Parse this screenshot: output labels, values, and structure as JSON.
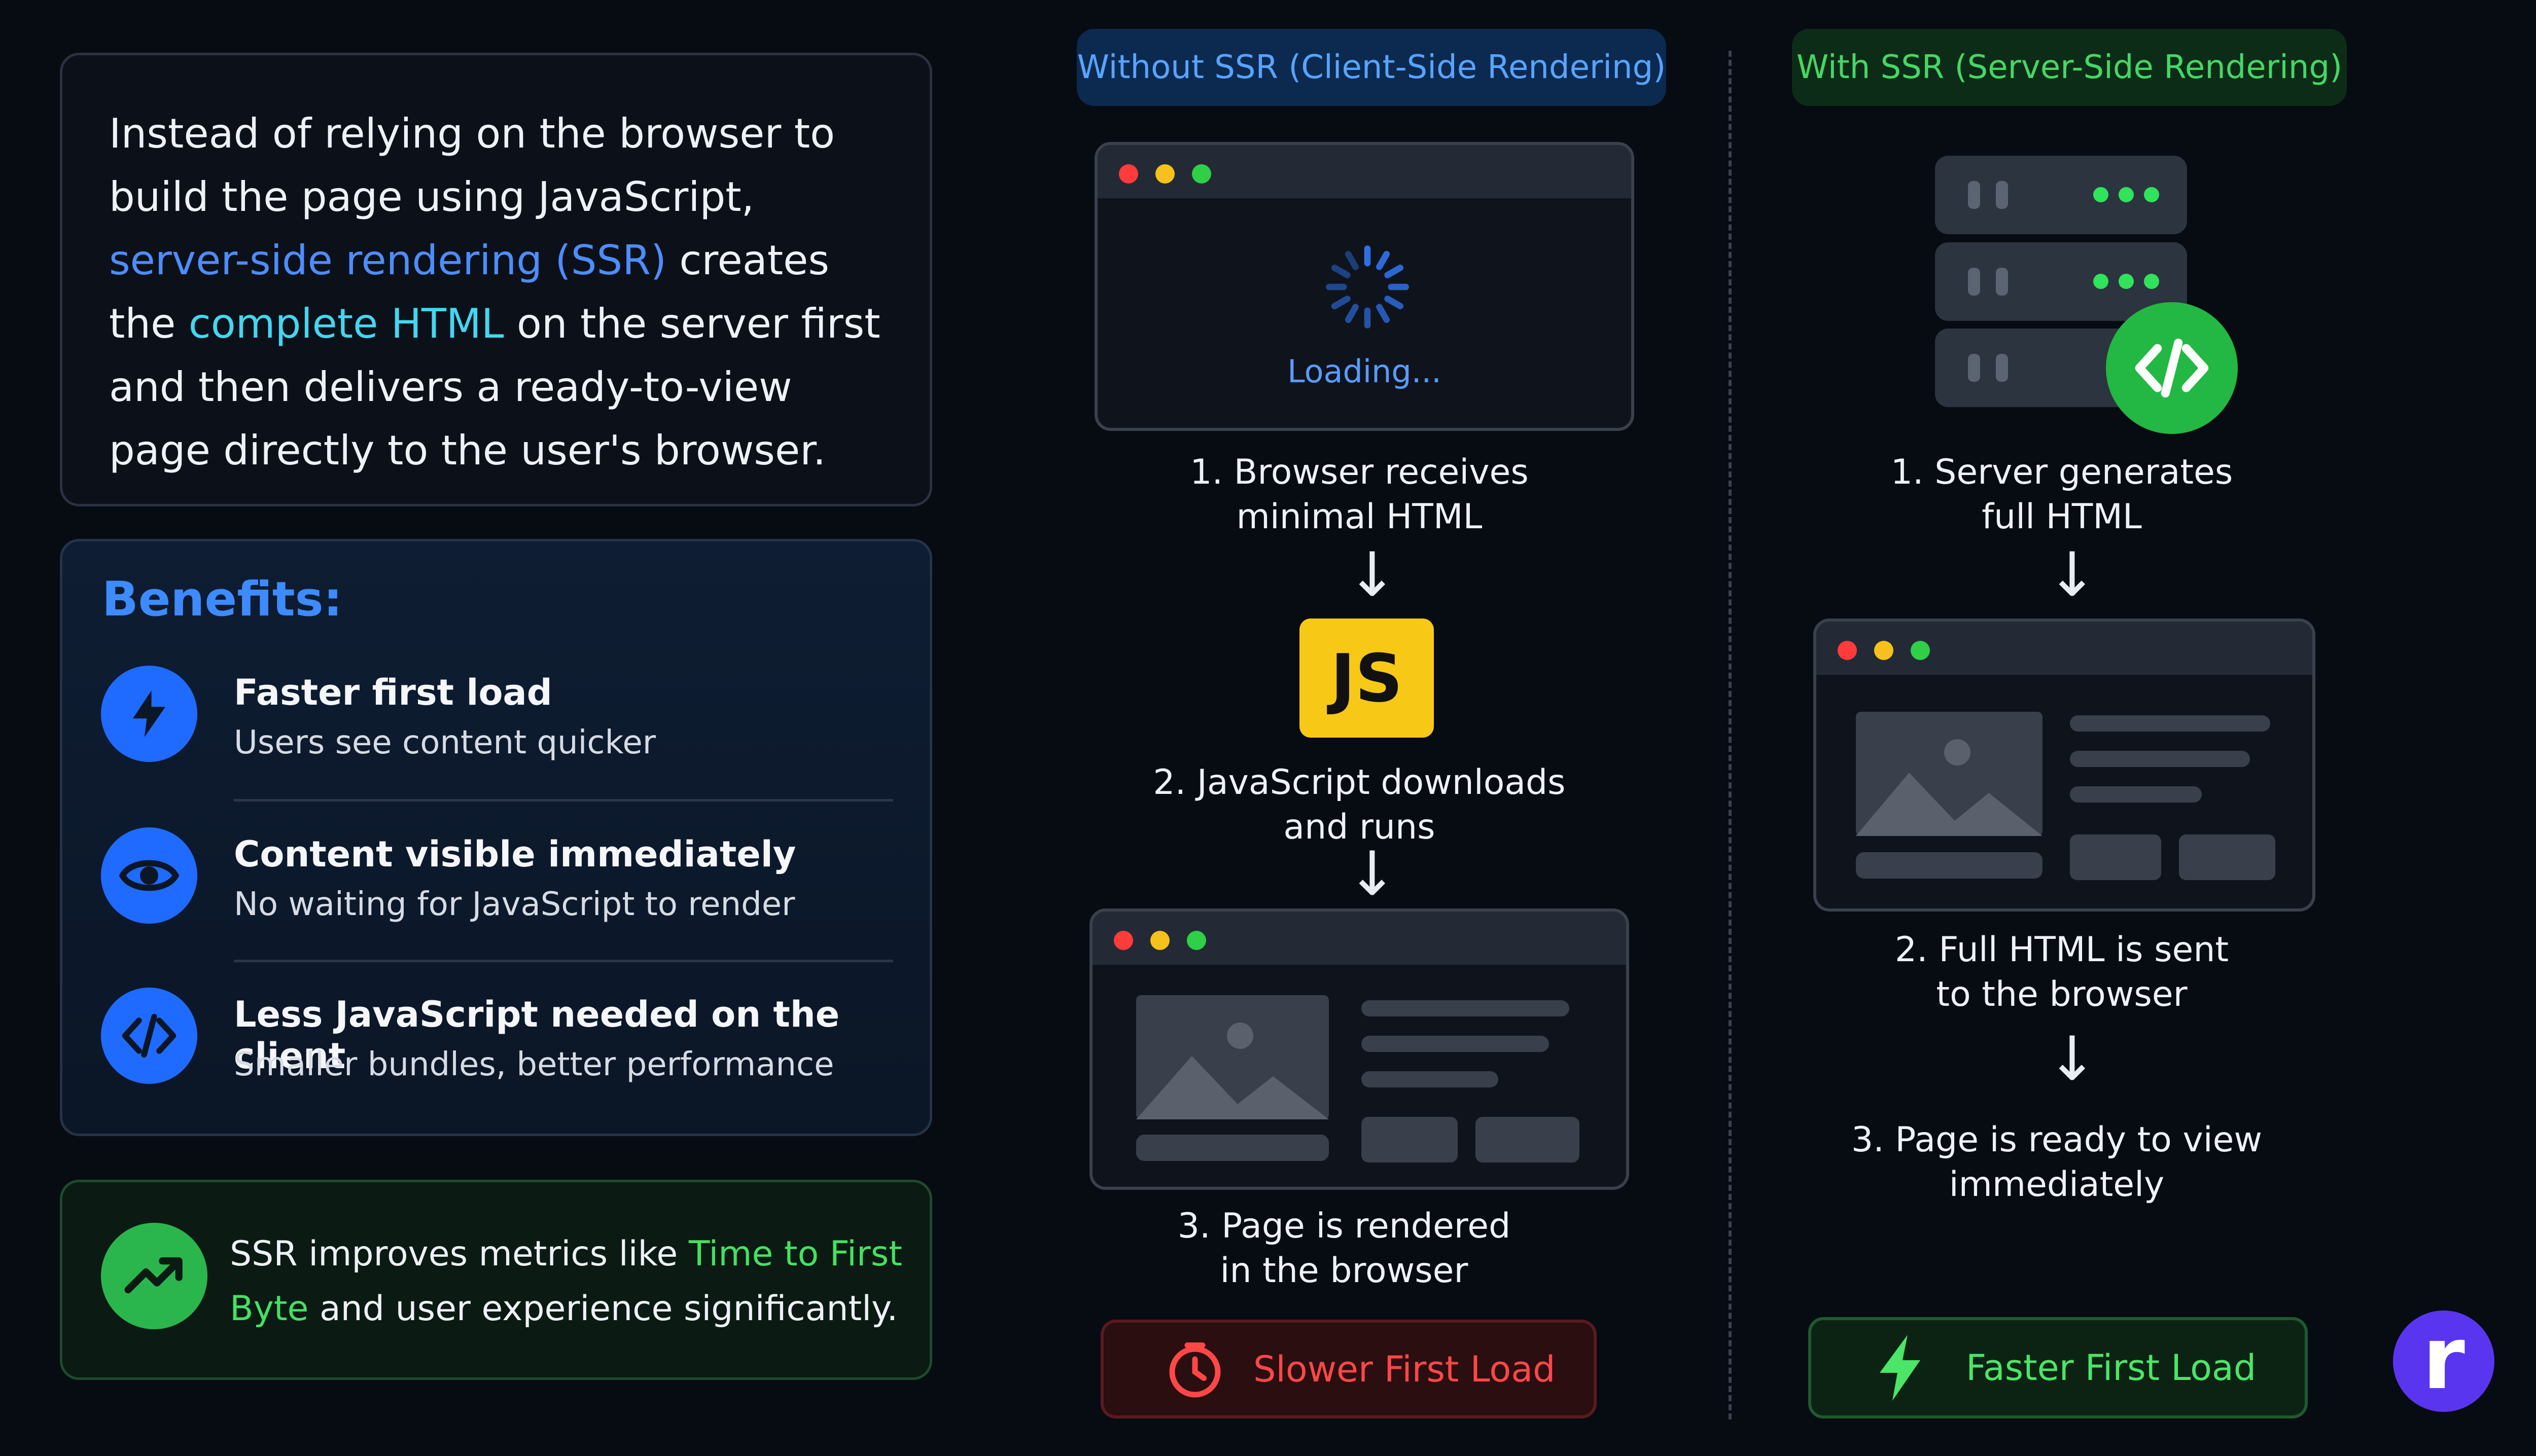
{
  "intro": {
    "part1": "Instead of relying on the browser to build the page using JavaScript, ",
    "highlight1": "server-side rendering (SSR)",
    "part2": " creates the ",
    "highlight2": "complete HTML",
    "part3": " on the server first and then delivers a ready-to-view page directly to the user's browser."
  },
  "benefits": {
    "title": "Benefits:",
    "items": [
      {
        "icon": "lightning-icon",
        "title": "Faster first load",
        "desc": "Users see content quicker"
      },
      {
        "icon": "eye-icon",
        "title": "Content visible immediately",
        "desc": "No waiting for JavaScript to render"
      },
      {
        "icon": "code-icon",
        "title": "Less JavaScript needed on the client",
        "desc": "Smaller bundles, better performance"
      }
    ]
  },
  "metric": {
    "icon": "trend-up-icon",
    "part1": "SSR improves metrics like ",
    "highlight": "Time to First Byte",
    "part2": " and user experience significantly."
  },
  "csr": {
    "header": "Without SSR (Client-Side Rendering)",
    "loading_text": "Loading...",
    "step1_line1": "1. Browser receives",
    "step1_line2": "minimal HTML",
    "js_badge": "JS",
    "step2_line1": "2. JavaScript downloads",
    "step2_line2": "and runs",
    "step3_line1": "3. Page is rendered",
    "step3_line2": "in the browser",
    "result": "Slower First Load",
    "result_icon": "clock-icon"
  },
  "ssr": {
    "header": "With SSR (Server-Side Rendering)",
    "step1_line1": "1. Server generates",
    "step1_line2": "full HTML",
    "step2_line1": "2. Full HTML is sent",
    "step2_line2": "to the browser",
    "step3_line1": "3. Page is ready to view",
    "step3_line2": "immediately",
    "result": "Faster First Load",
    "result_icon": "lightning-icon"
  },
  "arrow_glyph": "↓",
  "brand": {
    "letter": "r"
  },
  "colors": {
    "accent_blue": "#3d8bff",
    "accent_cyan": "#44d6f0",
    "accent_green": "#45e063",
    "warning_red": "#ff4747",
    "js_yellow": "#f7c815"
  }
}
